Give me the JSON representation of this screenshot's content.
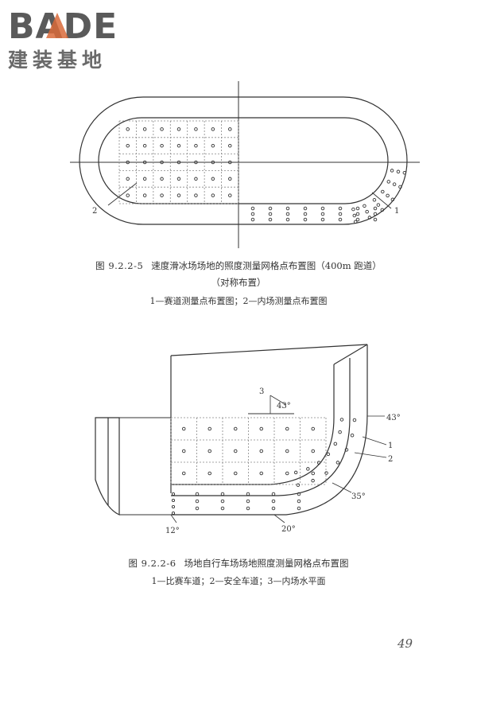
{
  "logo": {
    "brand": "BADE",
    "subtitle": "建装基地"
  },
  "figure1": {
    "number": "图 9.2.2-5",
    "title": "速度滑冰场场地的照度测量网格点布置图（400m 跑道）",
    "title_line2": "（对称布置）",
    "legend": "1—赛道测量点布置图；2—内场测量点布置图",
    "label_1": "1",
    "label_2": "2"
  },
  "figure2": {
    "number": "图 9.2.2-6",
    "title": "场地自行车场场地照度测量网格点布置图",
    "legend": "1—比赛车道；2—安全车道；3—内场水平面",
    "label_1": "1",
    "label_2": "2",
    "label_3": "3",
    "angle_43_a": "43°",
    "angle_43_b": "43°",
    "angle_35": "35°",
    "angle_20": "20°",
    "angle_12": "12°"
  },
  "page": {
    "number": "49"
  }
}
